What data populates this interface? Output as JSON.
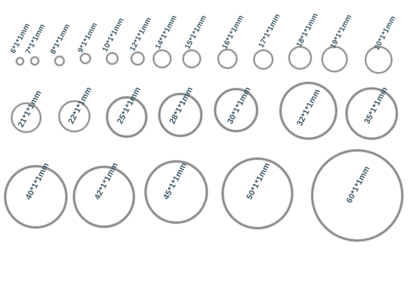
{
  "colors": {
    "ring": "#8c8c8c",
    "label": "#3d5766",
    "background": "#ffffff"
  },
  "rings": [
    {
      "size": "6*1*1mm"
    },
    {
      "size": "7*1*1mm"
    },
    {
      "size": "8*1*1mm"
    },
    {
      "size": "9*1*1mm"
    },
    {
      "size": "10*1*1mm"
    },
    {
      "size": "12*1*1mm"
    },
    {
      "size": "14*1*1mm"
    },
    {
      "size": "15*1*1mm"
    },
    {
      "size": "16*1*1mm"
    },
    {
      "size": "17*1*1mm"
    },
    {
      "size": "18*1*1mm"
    },
    {
      "size": "19*1*1mm"
    },
    {
      "size": "20*1*1mm"
    },
    {
      "size": "21*1*1mm"
    },
    {
      "size": "22*1*1mm"
    },
    {
      "size": "25*1*1mm"
    },
    {
      "size": "28*1*1mm"
    },
    {
      "size": "30*1*1mm"
    },
    {
      "size": "32*1*1mm"
    },
    {
      "size": "35*1*1mm"
    },
    {
      "size": "40*1*1mm"
    },
    {
      "size": "42*1*1mm"
    },
    {
      "size": "45*1*1mm"
    },
    {
      "size": "50*1*1mm"
    },
    {
      "size": "60*1*1mm"
    }
  ]
}
